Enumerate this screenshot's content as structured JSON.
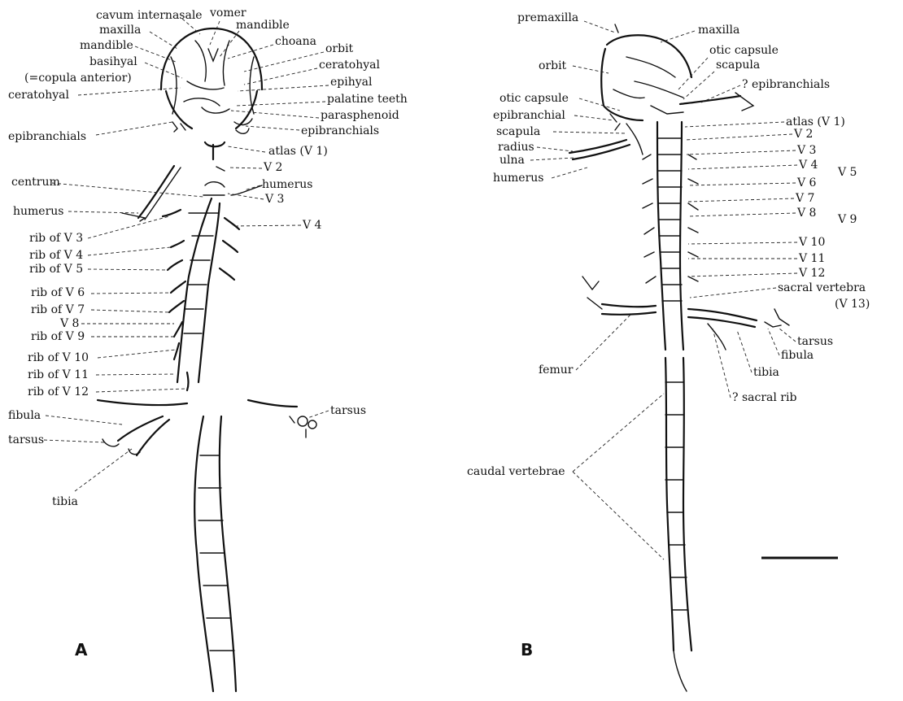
{
  "panels": {
    "a": {
      "letter": "A",
      "labels": {
        "cavum_internasale": "cavum internasale",
        "vomer": "vomer",
        "mandible_top": "mandible",
        "maxilla": "maxilla",
        "choana": "choana",
        "mandible": "mandible",
        "orbit": "orbit",
        "basihyal": "basihyal",
        "copula": "(=copula anterior)",
        "ceratohyal_right": "ceratohyal",
        "ceratohyal_left": "ceratohyal",
        "epihyal": "epihyal",
        "palatine_teeth": "palatine teeth",
        "parasphenoid": "parasphenoid",
        "epibranchials_left": "epibranchials",
        "epibranchials_right": "epibranchials",
        "atlas": "atlas (V 1)",
        "v2": "V 2",
        "centrum": "centrum",
        "humerus_right": "humerus",
        "v3": "V 3",
        "humerus_left": "humerus",
        "v4": "V 4",
        "rib_v3": "rib of V 3",
        "rib_v4": "rib of V 4",
        "rib_v5": "rib of V 5",
        "rib_v6": "rib of V 6",
        "rib_v7": "rib of V 7",
        "v8": "V 8",
        "rib_v9": "rib of V 9",
        "rib_v10": "rib of V 10",
        "rib_v11": "rib of V 11",
        "rib_v12": "rib of V 12",
        "fibula": "fibula",
        "tarsus_left": "tarsus",
        "tarsus_right": "tarsus",
        "tibia": "tibia"
      }
    },
    "b": {
      "letter": "B",
      "labels": {
        "premaxilla": "premaxilla",
        "maxilla": "maxilla",
        "orbit": "orbit",
        "otic_capsule_right": "otic capsule",
        "scapula_right": "scapula",
        "epibranchials_q": "? epibranchials",
        "otic_capsule_left": "otic capsule",
        "epibranchial": "epibranchial",
        "atlas": "atlas (V 1)",
        "scapula_left": "scapula",
        "v2": "V 2",
        "radius": "radius",
        "v3": "V 3",
        "ulna": "ulna",
        "v4": "V 4",
        "v5": "V 5",
        "humerus": "humerus",
        "v6": "V 6",
        "v7": "V 7",
        "v8": "V 8",
        "v9": "V 9",
        "v10": "V 10",
        "v11": "V 11",
        "v12": "V 12",
        "sacral": "sacral vertebra",
        "v13": "(V 13)",
        "tarsus": "tarsus",
        "fibula": "fibula",
        "femur": "femur",
        "tibia": "tibia",
        "sacral_rib_q": "? sacral rib",
        "caudal": "caudal vertebrae"
      }
    }
  }
}
